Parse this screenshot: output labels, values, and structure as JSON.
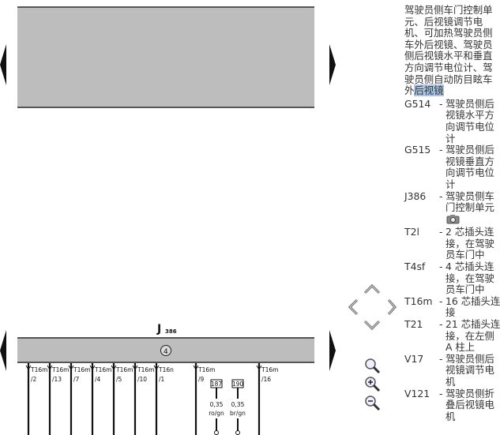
{
  "diagram": {
    "component_label": "J",
    "component_sub": "386",
    "symbol": "4",
    "connectors": [
      {
        "name": "T16m",
        "pin": "/2"
      },
      {
        "name": "T16m",
        "pin": "/13"
      },
      {
        "name": "T16m",
        "pin": "/7"
      },
      {
        "name": "T16m",
        "pin": "/4"
      },
      {
        "name": "T16m",
        "pin": "/5"
      },
      {
        "name": "T16m",
        "pin": "/10"
      },
      {
        "name": "T16n",
        "pin": "/1"
      },
      {
        "name": "T16m",
        "pin": "/9"
      },
      {
        "name": "T16m",
        "pin": "/16"
      }
    ],
    "wires": [
      {
        "ref": "187",
        "gauge": "0,35",
        "color": "ro/gn"
      },
      {
        "ref": "190",
        "gauge": "0,35",
        "color": "br/gn"
      }
    ]
  },
  "legend": {
    "intro_text": "驾驶员侧车门控制单元、后视镜调节电机、可加热驾驶员侧车外后视镜、驾驶员侧后视镜水平和垂直方向调节电位计、驾驶员侧自动防目眩车外",
    "intro_highlight": "后视镜",
    "entries": [
      {
        "code": "G514",
        "lines": [
          "驾驶员侧后",
          "视镜水平方",
          "向调节电位",
          "计"
        ]
      },
      {
        "code": "G515",
        "lines": [
          "驾驶员侧后",
          "视镜垂直方",
          "向调节电位",
          "计"
        ]
      },
      {
        "code": "J386",
        "lines": [
          "驾驶员侧车",
          "门控制单元"
        ],
        "camera": true
      },
      {
        "code": "T2l",
        "lines": [
          "2 芯插头连",
          "接，在驾驶",
          "员车门中"
        ]
      },
      {
        "code": "T4sf",
        "lines": [
          "4 芯插头连",
          "接，在驾驶",
          "员车门中"
        ]
      },
      {
        "code": "T16m",
        "lines": [
          "16 芯插头连",
          "接"
        ]
      },
      {
        "code": "T21",
        "lines": [
          "21 芯插头连",
          "接，在左侧",
          "A 柱上"
        ]
      },
      {
        "code": "V17",
        "lines": [
          "驾驶员侧后",
          "视镜调节电",
          "机"
        ]
      },
      {
        "code": "V121",
        "lines": [
          "驾驶员侧折",
          "叠后视镜电",
          "机"
        ]
      }
    ],
    "dash": "-"
  }
}
